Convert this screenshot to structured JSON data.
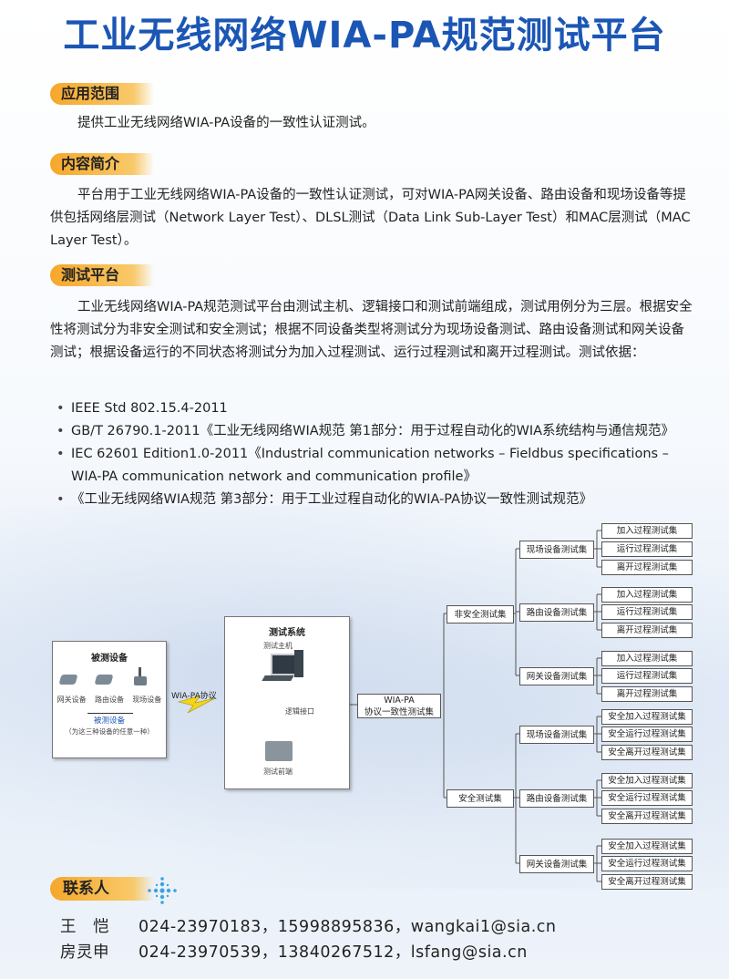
{
  "title": "工业无线网络WIA-PA规范测试平台",
  "sections": {
    "scope": {
      "heading": "应用范围",
      "text": "提供工业无线网络WIA-PA设备的一致性认证测试。"
    },
    "intro": {
      "heading": "内容简介",
      "text": "平台用于工业无线网络WIA-PA设备的一致性认证测试，可对WIA-PA网关设备、路由设备和现场设备等提供包括网络层测试（Network Layer Test）、DLSL测试（Data Link Sub-Layer Test）和MAC层测试（MAC Layer Test）。"
    },
    "platform": {
      "heading": "测试平台",
      "text": "工业无线网络WIA-PA规范测试平台由测试主机、逻辑接口和测试前端组成，测试用例分为三层。根据安全性将测试分为非安全测试和安全测试；根据不同设备类型将测试分为现场设备测试、路由设备测试和网关设备测试；根据设备运行的不同状态将测试分为加入过程测试、运行过程测试和离开过程测试。测试依据：",
      "bullets": [
        {
          "line1": "IEEE Std 802.15.4-2011",
          "line2": ""
        },
        {
          "line1": "GB/T 26790.1-2011《工业无线网络WIA规范 第1部分：用于过程自动化的WIA系统结构与通信规范》",
          "line2": ""
        },
        {
          "line1": "IEC 62601 Edition1.0-2011《Industrial communication networks – Fieldbus specifications –",
          "line2": "WIA-PA communication network and communication profile》"
        },
        {
          "line1": "《工业无线网络WIA规范 第3部分：用于工业过程自动化的WIA-PA协议一致性测试规范》",
          "line2": ""
        }
      ]
    }
  },
  "diagram": {
    "dut": {
      "title": "被测设备",
      "devices": [
        "网关设备",
        "路由设备",
        "现场设备"
      ],
      "caption": "被测设备",
      "note": "（为这三种设备的任意一种）"
    },
    "protocol_label": "WIA-PA协议",
    "system": {
      "title": "测试系统",
      "host": "测试主机",
      "interface": "逻辑接口",
      "frontend": "测试前端"
    },
    "tree": {
      "root_line1": "WIA-PA",
      "root_line2": "协议一致性测试集",
      "branches": [
        {
          "name": "非安全测试集",
          "groups": [
            {
              "name": "现场设备测试集",
              "leaves": [
                "加入过程测试集",
                "运行过程测试集",
                "离开过程测试集"
              ]
            },
            {
              "name": "路由设备测试集",
              "leaves": [
                "加入过程测试集",
                "运行过程测试集",
                "离开过程测试集"
              ]
            },
            {
              "name": "网关设备测试集",
              "leaves": [
                "加入过程测试集",
                "运行过程测试集",
                "离开过程测试集"
              ]
            }
          ]
        },
        {
          "name": "安全测试集",
          "groups": [
            {
              "name": "现场设备测试集",
              "leaves": [
                "安全加入过程测试集",
                "安全运行过程测试集",
                "安全离开过程测试集"
              ]
            },
            {
              "name": "路由设备测试集",
              "leaves": [
                "安全加入过程测试集",
                "安全运行过程测试集",
                "安全离开过程测试集"
              ]
            },
            {
              "name": "网关设备测试集",
              "leaves": [
                "安全加入过程测试集",
                "安全运行过程测试集",
                "安全离开过程测试集"
              ]
            }
          ]
        }
      ]
    }
  },
  "contact": {
    "heading": "联系人",
    "people": [
      {
        "name": "王　恺",
        "info": "024-23970183，15998895836，wangkai1@sia.cn"
      },
      {
        "name": "房灵申",
        "info": "024-23970539，13840267512，lsfang@sia.cn"
      }
    ]
  }
}
